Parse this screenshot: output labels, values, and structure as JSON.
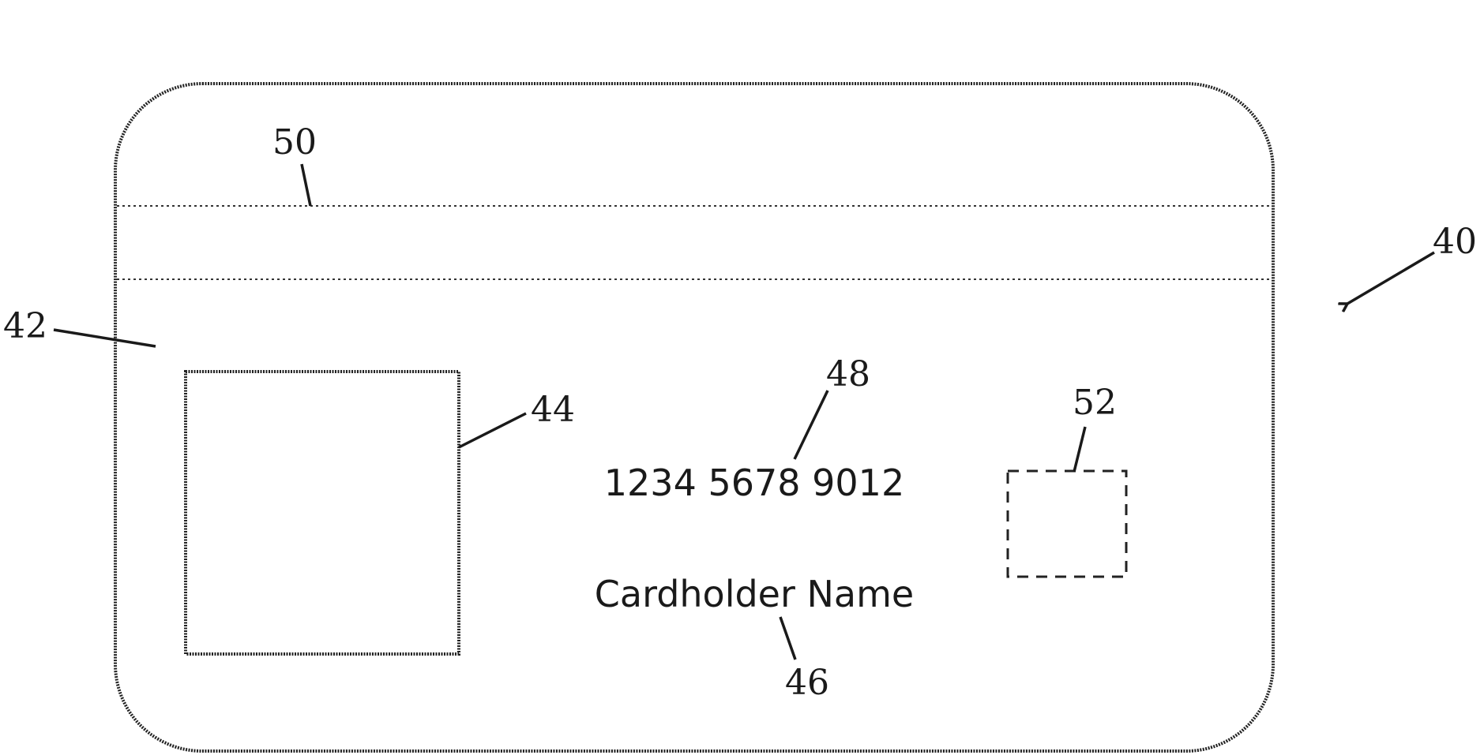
{
  "card": {
    "account_number": "1234 5678 9012",
    "cardholder_name": "Cardholder Name"
  },
  "reference_numerals": {
    "card": "40",
    "card_body": "42",
    "photo_area": "44",
    "name_field": "46",
    "number_field": "48",
    "magnetic_stripe": "50",
    "chip_area": "52"
  },
  "colors": {
    "line": "#222222",
    "background": "#ffffff"
  }
}
